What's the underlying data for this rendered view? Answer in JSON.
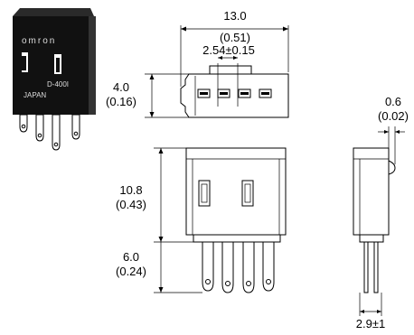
{
  "component": {
    "brand": "omron",
    "model": "D-400I",
    "origin": "JAPAN"
  },
  "dimensions": {
    "top_width_mm": "13.0",
    "top_width_in": "(0.51)",
    "pitch": "2.54±0.15",
    "top_height_mm": "4.0",
    "top_height_in": "(0.16)",
    "side_gap_mm": "0.6",
    "side_gap_in": "(0.02)",
    "body_height_mm": "10.8",
    "body_height_in": "(0.43)",
    "pin_length_mm": "6.0",
    "pin_length_in": "(0.24)",
    "side_pin_span": "2.9±1"
  }
}
